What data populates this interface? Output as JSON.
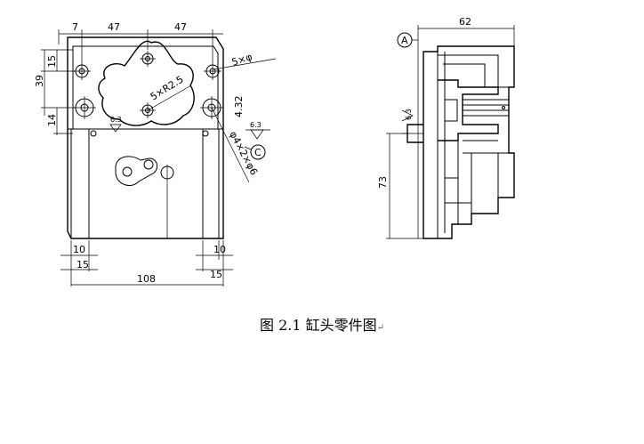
{
  "front_view": {
    "dims": {
      "d7": "7",
      "d47_left": "47",
      "d47_right": "47",
      "d15_vert": "15",
      "d39": "39",
      "d14": "14",
      "d10_left": "10",
      "d15_left": "15",
      "d10_right": "10",
      "d15_right": "15",
      "d108": "108",
      "d4_32": "4.32"
    },
    "notes": {
      "holes_5x": "5×φ",
      "radius": "5×R2.5",
      "small": "6.3",
      "thread": "φ4×2×φ6",
      "rough_left": "6.3",
      "rough_right": "6.3",
      "datum_c": "C"
    }
  },
  "side_view": {
    "dims": {
      "d62": "62",
      "d73": "73",
      "rough": "6.3"
    },
    "datum_a": "A"
  },
  "caption": {
    "text": "图 2.1  缸头零件图",
    "mark": "↵"
  }
}
